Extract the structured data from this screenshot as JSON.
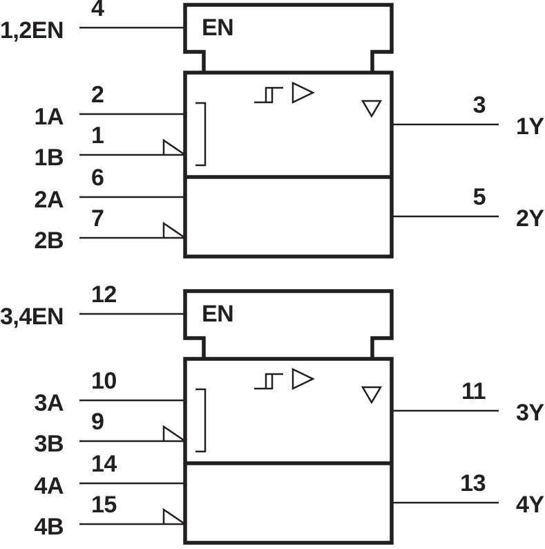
{
  "ink_color": "#231f20",
  "background_color": "#ffffff",
  "blocks": [
    {
      "enable": {
        "label": "1,2EN",
        "pin": "4",
        "box_label": "EN"
      },
      "symbols": [
        "hysteresis",
        "amplifier",
        "three-state-output"
      ],
      "channels": [
        {
          "inputs": [
            {
              "label": "1A",
              "pin": "2",
              "polarity_wedge": false
            },
            {
              "label": "1B",
              "pin": "1",
              "polarity_wedge": true
            }
          ],
          "output": {
            "label": "1Y",
            "pin": "3"
          }
        },
        {
          "inputs": [
            {
              "label": "2A",
              "pin": "6",
              "polarity_wedge": false
            },
            {
              "label": "2B",
              "pin": "7",
              "polarity_wedge": true
            }
          ],
          "output": {
            "label": "2Y",
            "pin": "5"
          }
        }
      ]
    },
    {
      "enable": {
        "label": "3,4EN",
        "pin": "12",
        "box_label": "EN"
      },
      "symbols": [
        "hysteresis",
        "amplifier",
        "three-state-output"
      ],
      "channels": [
        {
          "inputs": [
            {
              "label": "3A",
              "pin": "10",
              "polarity_wedge": false
            },
            {
              "label": "3B",
              "pin": "9",
              "polarity_wedge": true
            }
          ],
          "output": {
            "label": "3Y",
            "pin": "11"
          }
        },
        {
          "inputs": [
            {
              "label": "4A",
              "pin": "14",
              "polarity_wedge": false
            },
            {
              "label": "4B",
              "pin": "15",
              "polarity_wedge": true
            }
          ],
          "output": {
            "label": "4Y",
            "pin": "13"
          }
        }
      ]
    }
  ]
}
